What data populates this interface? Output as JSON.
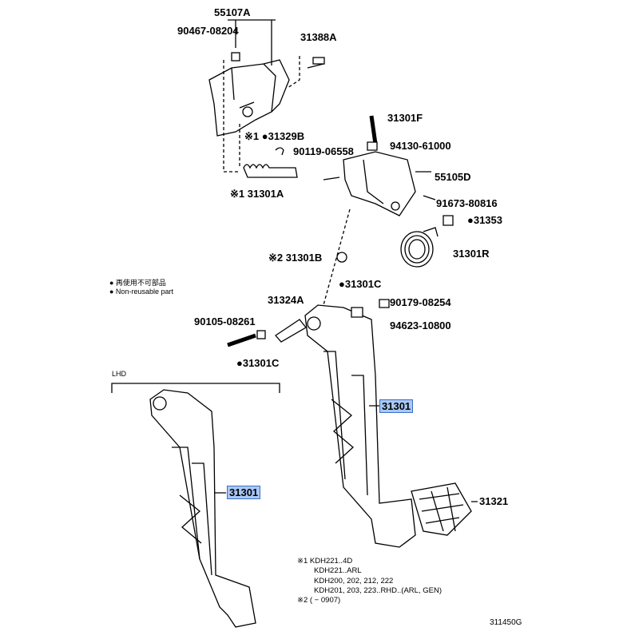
{
  "labels": [
    "55107A",
    "90467-08204",
    "31388A",
    "31301F",
    "※1 ●31329B",
    "90119-06558",
    "94130-61000",
    "55105D",
    "91673-80816",
    "※1 31301A",
    "●31353",
    "31301R",
    "※2 31301B",
    "●31301C",
    "31324A",
    "90179-08254",
    "90105-08261",
    "94623-10800",
    "●31301C",
    "31321"
  ],
  "highlighted": [
    "31301",
    "31301"
  ],
  "region_label": "LHD",
  "legend": [
    "● 再使用不可部品",
    "● Non-reusable part"
  ],
  "notes": [
    "※1 KDH221..4D",
    "KDH221..ARL",
    "KDH200, 202, 212, 222",
    "KDH201, 203, 223..RHD..(ARL, GEN)",
    "※2 (        − 0907)"
  ],
  "figure_id": "311450G",
  "colors": {
    "highlight": "#a9c8f5",
    "highlight_border": "#3b6fc6"
  }
}
